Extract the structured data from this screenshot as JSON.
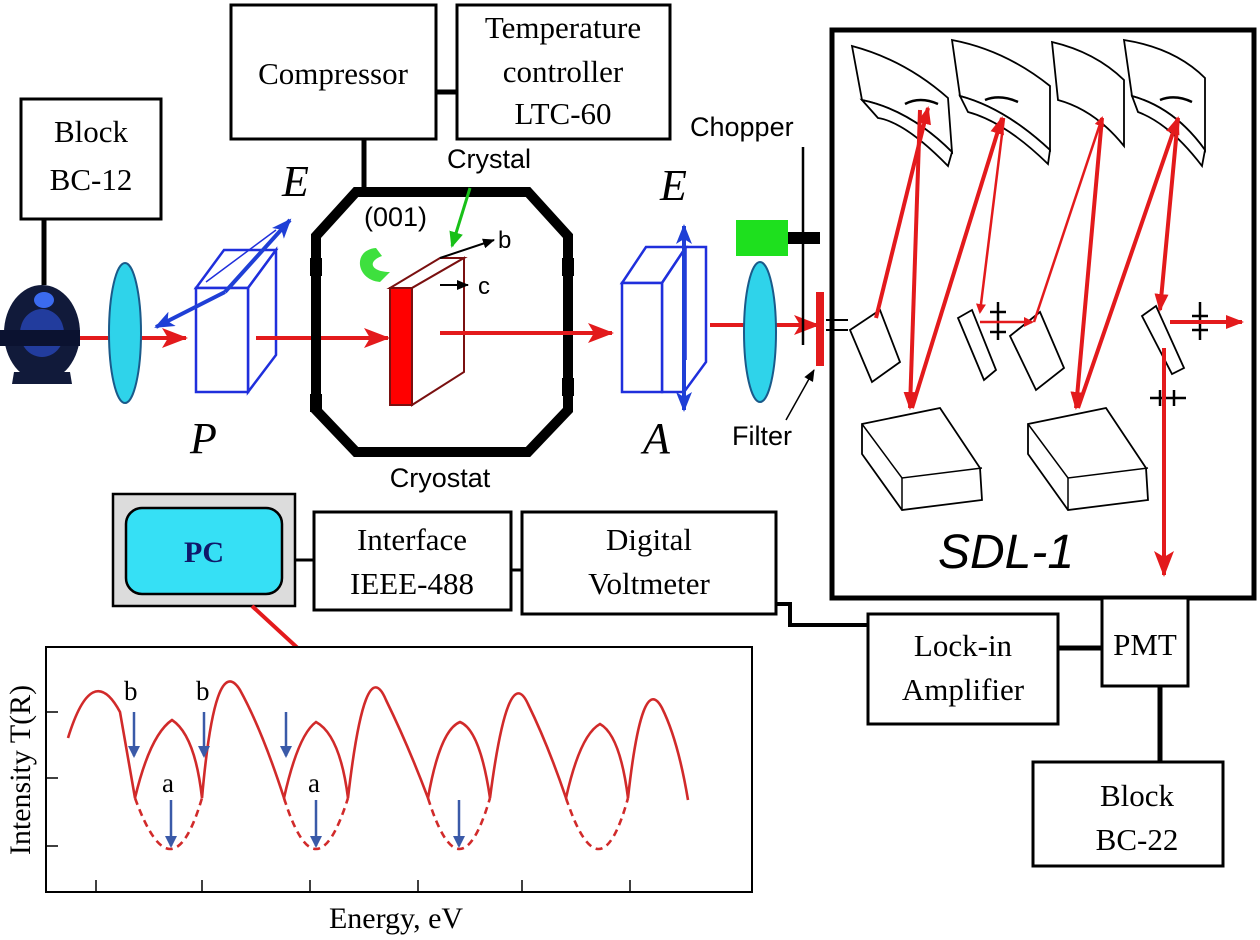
{
  "blocks": {
    "block_bc12": [
      "Block",
      "BC-12"
    ],
    "compressor": "Compressor",
    "temp_controller": [
      "Temperature",
      "controller",
      "LTC-60"
    ],
    "interface": [
      "Interface",
      "IEEE-488"
    ],
    "voltmeter": [
      "Digital",
      "Voltmeter"
    ],
    "lockin": [
      "Lock-in",
      "Amplifier"
    ],
    "pmt": "PMT",
    "block_bc22": [
      "Block",
      "BC-22"
    ],
    "pc": "PC"
  },
  "labels": {
    "polarizer_E": "E",
    "polarizer": "P",
    "crystal": "Crystal",
    "face": "(001)",
    "axis_b": "b",
    "axis_c": "c",
    "cryostat": "Cryostat",
    "analyzer_E": "E",
    "analyzer": "A",
    "chopper": "Chopper",
    "filter": "Filter",
    "monochromator": "SDL-1"
  },
  "inset_plot": {
    "ylabel": "Intensity T(R)",
    "xlabel": "Energy, eV",
    "markers": [
      "b",
      "b",
      "a",
      "a"
    ]
  },
  "colors": {
    "beam": "#e31a1c",
    "polarization": "#1f3fd6",
    "lens": "#2fd3ea",
    "crystal_face": "#ff0000",
    "pc_screen": "#36e0f5",
    "detector_box": "#1ee01e",
    "curve": "#d12a2a"
  }
}
